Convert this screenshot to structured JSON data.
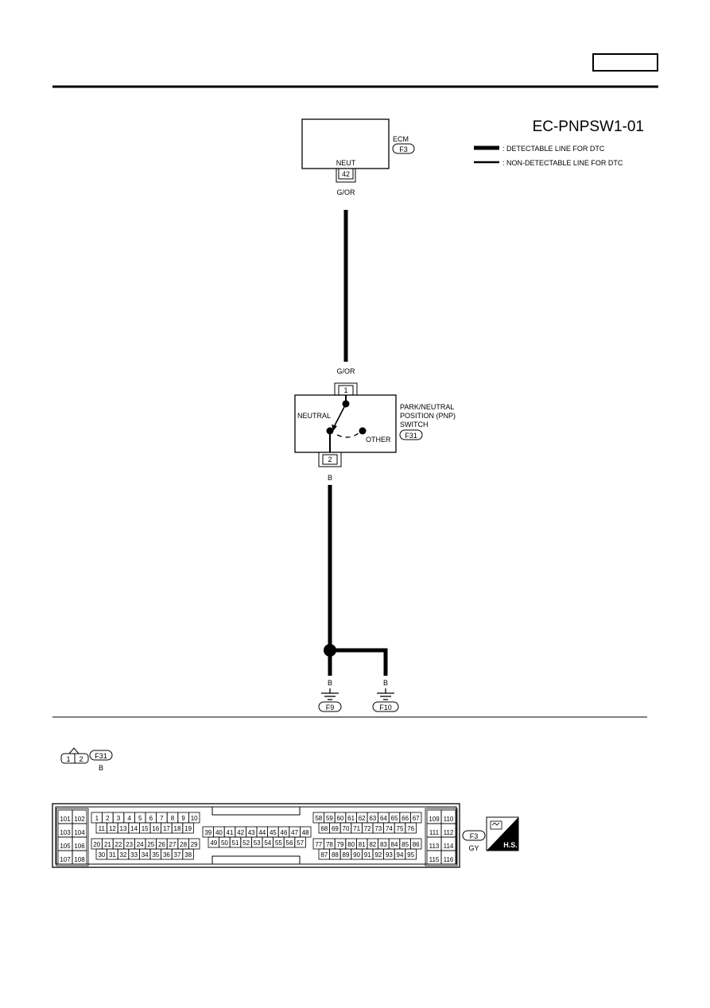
{
  "header": {
    "code_box": ""
  },
  "diagram": {
    "code": "EC-PNPSW1-01",
    "legend": {
      "detectable": ": DETECTABLE LINE FOR DTC",
      "non_detectable": ": NON-DETECTABLE LINE FOR DTC"
    },
    "ecm": {
      "name": "ECM",
      "connector": "F3",
      "terminal_label": "NEUT",
      "terminal": "42",
      "wire_color": "G/OR"
    },
    "switch": {
      "wire_in_color": "G/OR",
      "pin_top": "1",
      "pin_bottom": "2",
      "name_lines": [
        "PARK/NEUTRAL",
        "POSITION (PNP)",
        "SWITCH"
      ],
      "connector": "F31",
      "neutral": "NEUTRAL",
      "other": "OTHER",
      "wire_out_color": "B"
    },
    "grounds": [
      {
        "wire_color": "B",
        "connector": "F9"
      },
      {
        "wire_color": "B",
        "connector": "F10"
      }
    ]
  },
  "connectors": {
    "f31": {
      "pins": [
        "1",
        "2"
      ],
      "id": "F31",
      "color": "B"
    },
    "f3": {
      "id": "F3",
      "color": "GY",
      "badge": "H.S.",
      "left_block": [
        [
          "101",
          "102"
        ],
        [
          "103",
          "104"
        ],
        [
          "105",
          "106"
        ],
        [
          "107",
          "108"
        ]
      ],
      "right_block": [
        [
          "109",
          "110"
        ],
        [
          "111",
          "112"
        ],
        [
          "113",
          "114"
        ],
        [
          "115",
          "116"
        ]
      ],
      "row_a": [
        "1",
        "2",
        "3",
        "4",
        "5",
        "6",
        "7",
        "8",
        "9",
        "10"
      ],
      "row_b": [
        "11",
        "12",
        "13",
        "14",
        "15",
        "16",
        "17",
        "18",
        "19"
      ],
      "row_c": [
        "20",
        "21",
        "22",
        "23",
        "24",
        "25",
        "26",
        "27",
        "28",
        "29"
      ],
      "row_d": [
        "30",
        "31",
        "32",
        "33",
        "34",
        "35",
        "36",
        "37",
        "38"
      ],
      "mid_a": [
        "39",
        "40",
        "41",
        "42",
        "43",
        "44",
        "45",
        "46",
        "47",
        "48"
      ],
      "mid_b": [
        "49",
        "50",
        "51",
        "52",
        "53",
        "54",
        "55",
        "56",
        "57"
      ],
      "row_e": [
        "58",
        "59",
        "60",
        "61",
        "62",
        "63",
        "64",
        "65",
        "66",
        "67"
      ],
      "row_f": [
        "68",
        "69",
        "70",
        "71",
        "72",
        "73",
        "74",
        "75",
        "76"
      ],
      "row_g": [
        "77",
        "78",
        "79",
        "80",
        "81",
        "82",
        "83",
        "84",
        "85",
        "86"
      ],
      "row_h": [
        "87",
        "88",
        "89",
        "90",
        "91",
        "92",
        "93",
        "94",
        "95"
      ]
    }
  }
}
